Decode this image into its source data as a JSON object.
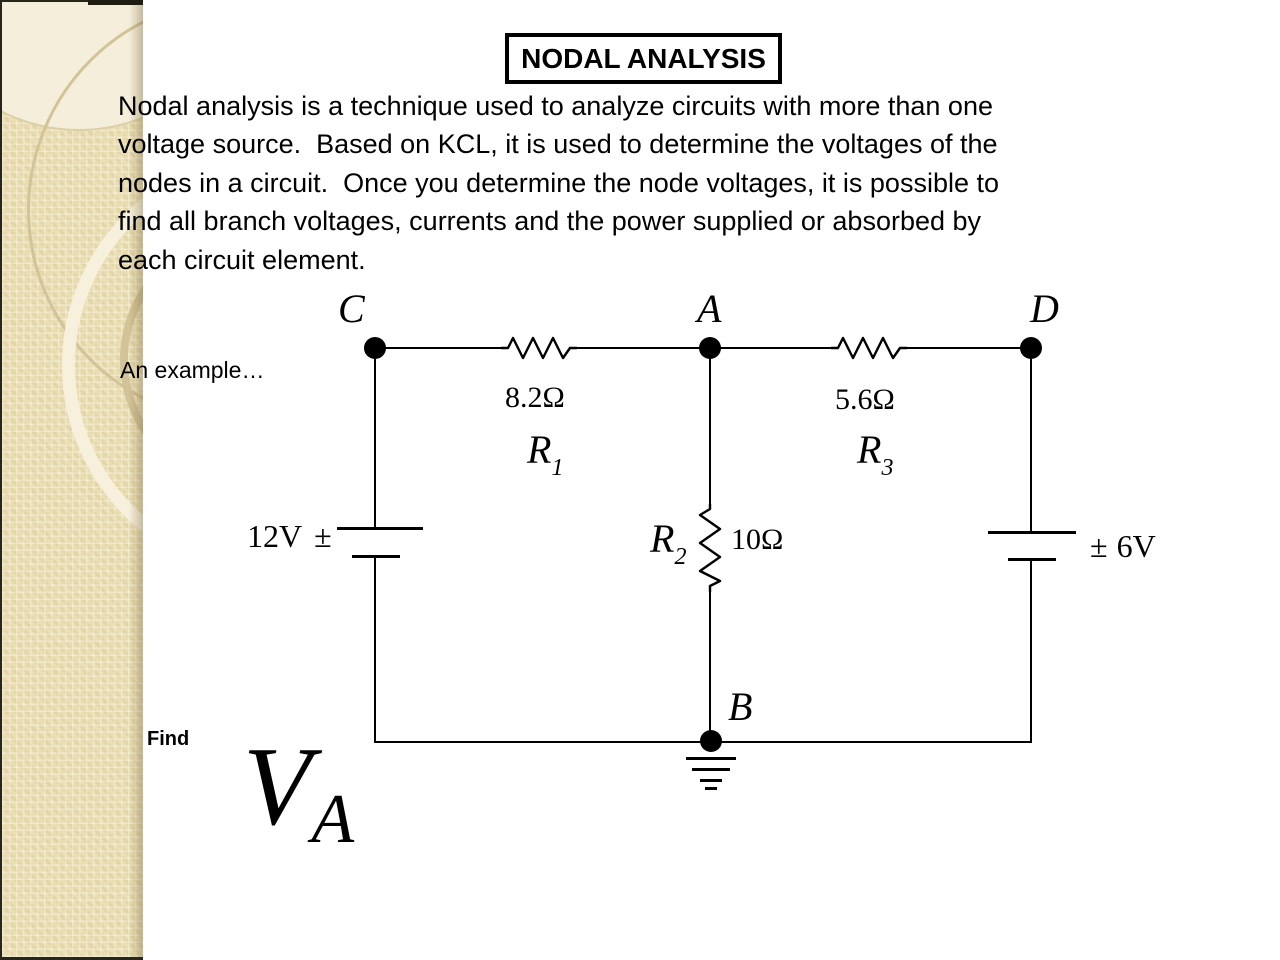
{
  "slide": {
    "title": "NODAL ANALYSIS",
    "paragraph": "Nodal analysis is a technique used to analyze circuits with more than one\nvoltage source.  Based on KCL, it is used to determine the voltages of the\nnodes in a circuit.  Once you determine the node voltages, it is possible to\nfind all branch voltages, currents and the power supplied or absorbed by\neach circuit element.",
    "example_label": "An example…",
    "find_label": "Find",
    "find_quantity": {
      "symbol": "V",
      "subscript": "A"
    }
  },
  "circuit": {
    "nodes": [
      {
        "label": "C"
      },
      {
        "label": "A"
      },
      {
        "label": "D"
      },
      {
        "label": "B"
      }
    ],
    "resistors": [
      {
        "name": "R",
        "subscript": "1",
        "value": "8.2Ω"
      },
      {
        "name": "R",
        "subscript": "3",
        "value": "5.6Ω"
      },
      {
        "name": "R",
        "subscript": "2",
        "value": "10Ω"
      }
    ],
    "sources": [
      {
        "value": "12V",
        "sign": "±"
      },
      {
        "value": "6V",
        "sign": "±"
      }
    ],
    "ground_node": "B"
  },
  "colors": {
    "ink": "#000000",
    "background": "#ffffff",
    "sidebar_base": "#e9ddb2",
    "sidebar_light": "#f4eedb",
    "sidebar_ring_light": "#f6f0dd",
    "sidebar_ring_dark": "#d2c398",
    "sidebar_border": "#26261a"
  }
}
